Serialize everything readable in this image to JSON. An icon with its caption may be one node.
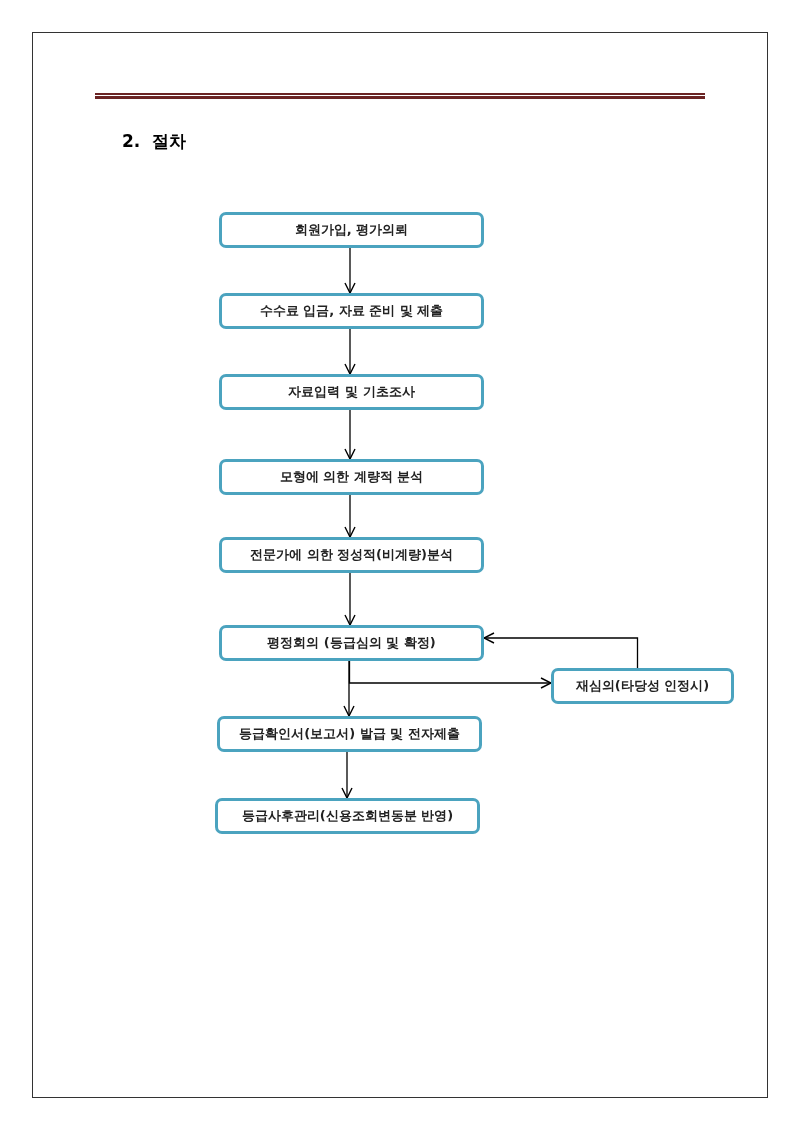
{
  "diagram": {
    "title": "2.  절차",
    "nodes": [
      {
        "text": [
          "회원가입, 평가의뢰"
        ]
      },
      {
        "text": [
          "수수료 입금, 자료 준비 및 제출"
        ]
      },
      {
        "text": [
          "자료입력 및 기초조사"
        ]
      },
      {
        "text": [
          "모형에 의한 계량적 분석"
        ]
      },
      {
        "text": [
          "전문가에 의한 정성적(비계량)분석"
        ]
      },
      {
        "text": [
          "평정회의 (등급심의 및 확정)"
        ]
      },
      {
        "text": [
          "재심의(타당성 인정시)"
        ]
      },
      {
        "text": [
          "등급확인서(보고서) 발급 및 전자제출"
        ]
      },
      {
        "text": [
          "등급사후관리(신용조회변동분 반영)"
        ]
      }
    ],
    "edges": [
      {
        "from": 0,
        "to": 1,
        "arrow": "to"
      },
      {
        "from": 1,
        "to": 2,
        "arrow": "to"
      },
      {
        "from": 2,
        "to": 3,
        "arrow": "to"
      },
      {
        "from": 3,
        "to": 4,
        "arrow": "to"
      },
      {
        "from": 4,
        "to": 5,
        "arrow": "to"
      },
      {
        "from": 5,
        "to": 7,
        "arrow": "to"
      },
      {
        "from": 5,
        "to": 6,
        "arrow": "to"
      },
      {
        "from": 6,
        "to": 5,
        "arrow": "to"
      },
      {
        "from": 7,
        "to": 8,
        "arrow": "to"
      }
    ]
  }
}
